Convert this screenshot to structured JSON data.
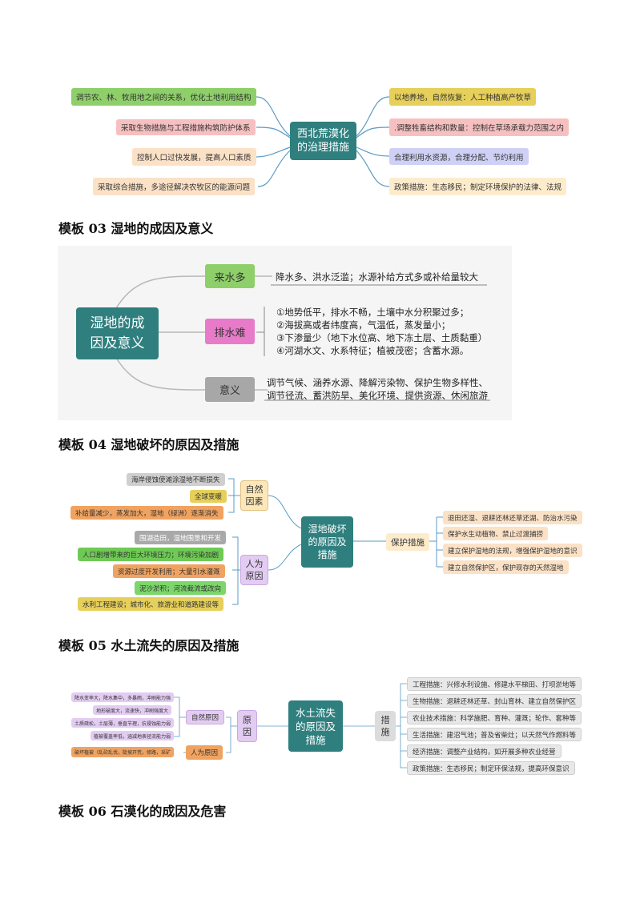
{
  "map1": {
    "center": "西北荒漠化\n的治理措施",
    "left": [
      "调节农、林、牧用地之间的关系，优化土地利用结构",
      "采取生物措施与工程措施构筑防护体系",
      "控制人口过快发展，提高人口素质",
      "采取综合措施，多途径解决农牧区的能源问题"
    ],
    "right": [
      "以地养地，自然恢复：人工种植高产牧草",
      ".调整牲畜结构和数量：控制在草场承载力范围之内",
      "合理利用水资源，合理分配、节约利用",
      "政策措施：生态移民；制定环境保护的法律、法规"
    ]
  },
  "heading3": "模板 03  湿地的成因及意义",
  "map2": {
    "center": "湿地的成\n因及意义",
    "branches": [
      {
        "label": "来水多",
        "lines": [
          "降水多、洪水泛滥；水源补给方式多或补给量较大"
        ]
      },
      {
        "label": "排水难",
        "lines": [
          "①地势低平，排水不畅，土壤中水分积聚过多；",
          "②海拔高或者纬度高，气温低，蒸发量小；",
          "③下渗量少（地下水位高、地下冻土层、土质黏重）",
          "④河湖水文、水系特征；植被茂密；含蓄水源。"
        ]
      },
      {
        "label": "意义",
        "lines": [
          "调节气候、涵养水源、降解污染物、保护生物多样性、",
          "调节径流、蓄洪防旱、美化环境、提供资源、休闲旅游"
        ]
      }
    ]
  },
  "heading4": "模板 04   湿地破坏的原因及措施",
  "map3": {
    "center": "湿地破坏\n的原因及\n措施",
    "natural_label": "自然\n因素",
    "natural": [
      "海岸侵蚀使滩涂湿地不断损失",
      "全球变暖",
      "补给量减少，蒸发加大，湿地（绿洲）逐渐消失"
    ],
    "human_label": "人为\n原因",
    "human": [
      "围湖造田，湿地围垦和开发",
      "人口剧增带来的巨大环境压力；环境污染加剧",
      "资源过度开发利用；大量引水灌溉",
      "泥沙淤积；河流截流或改向",
      "水利工程建设；城市化、旅游业和道路建设等"
    ],
    "protect_label": "保护措施",
    "protect": [
      "退田还湿、退耕还林还草还湖、防治水污染",
      "保护水生动植物、禁止过渡捕捞",
      "建立保护湿地的法规，增强保护湿地的意识",
      "建立自然保护区，保护现存的天然湿地"
    ]
  },
  "heading5": "模板 05   水土流失的原因及措施",
  "map4": {
    "center": "水土流失\n的原因及\n措施",
    "cause_label": "原\n因",
    "natural_label": "自然原因",
    "natural": [
      "降水变率大，降水集中，多暴雨，冲刷能力强",
      "地形破度大，流速快，冲刷强度大",
      "土质疏松，土层薄，垂直节理，抗侵蚀能力弱",
      "植被覆盖率低，涵减地表径流能力弱"
    ],
    "human_label": "人为原因",
    "human": [
      "破坏植被（乱砍乱伐，陡坡开荒，修路，采矿"
    ],
    "measure_label": "措\n施",
    "measures": [
      "工程措施：兴修水利设施、修建水平梯田、打坝淤地等",
      "生物措施：退耕还林还草、封山育林、建立自然保护区",
      "农业技术措施：科学施肥、育种、灌溉；轮作、套种等",
      "生活措施：建沼气池；普及省柴灶；以天然气作燃料等",
      "经济措施：调整产业结构，如开展多种农业经营",
      "政策措施：生态移民；制定环保法规，提高环保意识"
    ]
  },
  "heading6": "模板 06   石漠化的成因及危害"
}
